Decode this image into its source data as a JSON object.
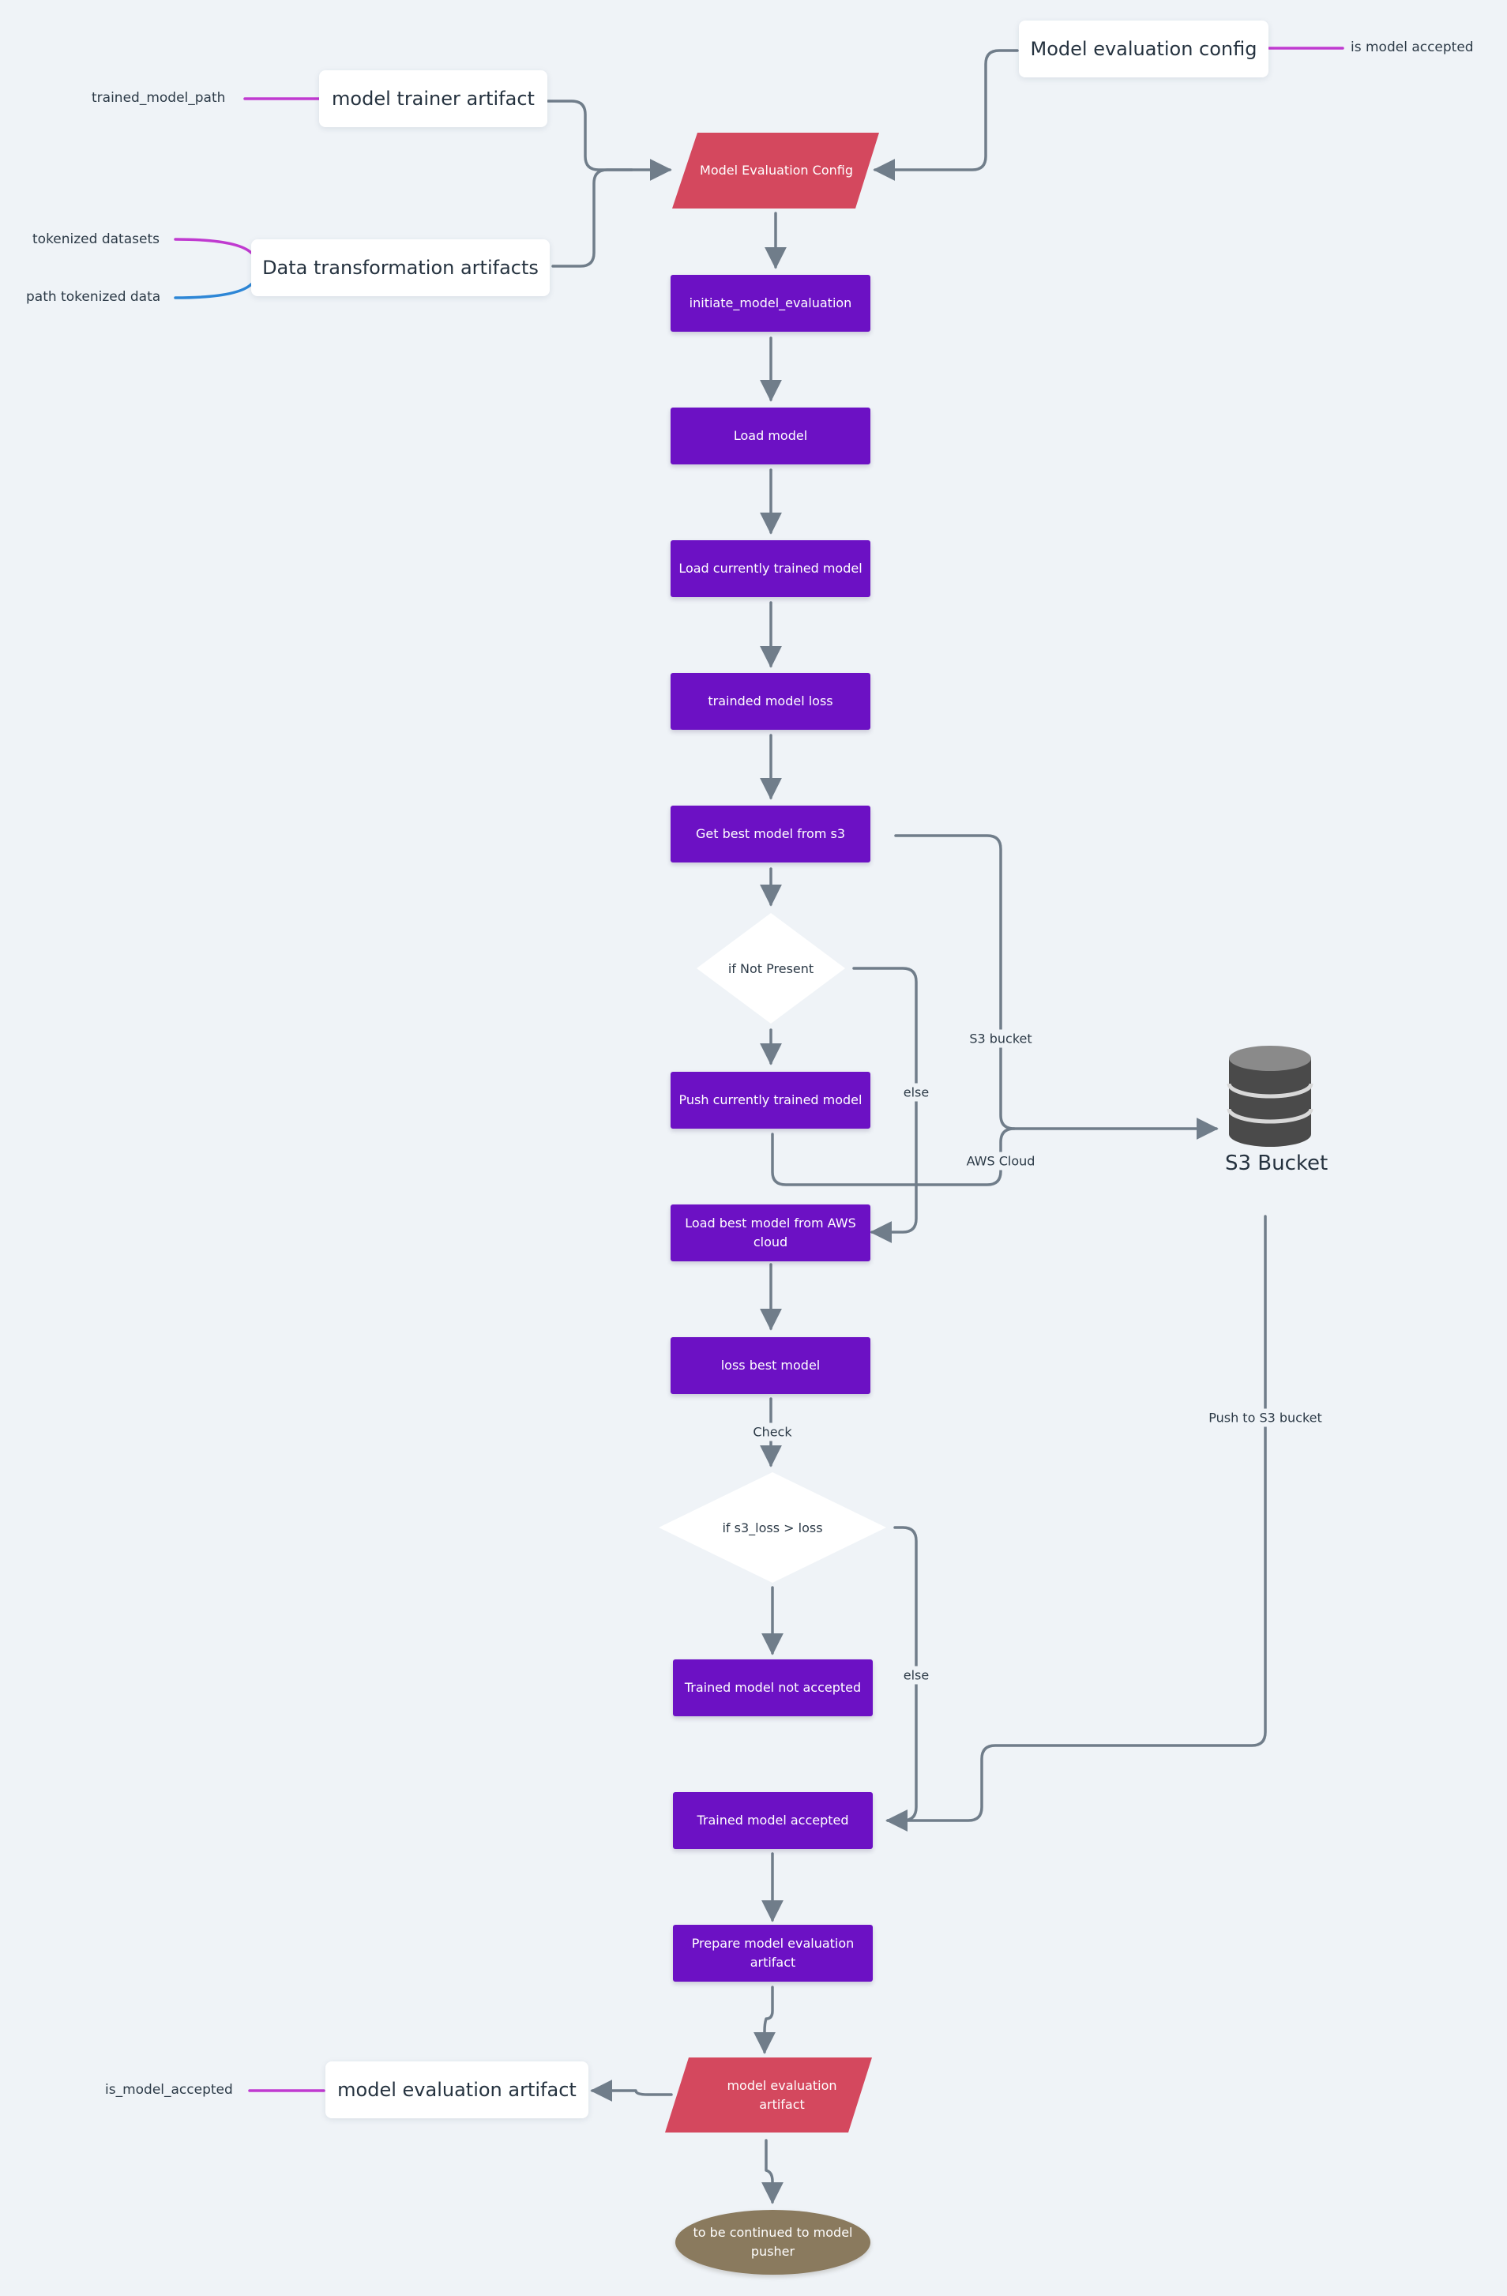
{
  "colors": {
    "background": "#eff3f7",
    "process": "#6c11c4",
    "io_parallelogram": "#d4485e",
    "terminal_oval": "#8a7a5e",
    "connector": "#707d8a",
    "link_magenta": "#c03ad0",
    "link_blue": "#2d86d6",
    "database": "#4a4a4a"
  },
  "inputs": {
    "model_trainer_artifact": "model trainer artifact",
    "trained_model_path": "trained_model_path",
    "data_transformation_artifacts": "Data transformation artifacts",
    "tokenized_datasets": "tokenized datasets",
    "path_tokenized_data": "path tokenized data",
    "model_evaluation_config_card": "Model evaluation config",
    "is_model_accepted": "is model accepted"
  },
  "flow": {
    "start": "Model Evaluation Config",
    "initiate": "initiate_model_evaluation",
    "load_model": "Load model",
    "load_current": "Load currently trained model",
    "trained_loss": "trainded model loss",
    "get_best": "Get best model from s3",
    "if_not_present": "if Not Present",
    "push_current": "Push currently trained model",
    "load_best_aws": "Load best model from AWS cloud",
    "loss_best": "loss best model",
    "check": "Check",
    "if_s3_loss": "if s3_loss > loss",
    "not_accepted": "Trained model not accepted",
    "accepted": "Trained model accepted",
    "prepare_artifact": "Prepare model evaluation artifact",
    "eval_artifact": "model evaluation artifact",
    "continue": "to be continued to model pusher"
  },
  "edges": {
    "s3_bucket": "S3 bucket",
    "aws_cloud": "AWS Cloud",
    "else_1": "else",
    "else_2": "else",
    "push_to_s3": "Push to S3 bucket"
  },
  "s3": {
    "label": "S3 Bucket",
    "icon": "database-icon"
  },
  "outputs": {
    "model_evaluation_artifact": "model evaluation artifact",
    "is_model_accepted": "is_model_accepted"
  }
}
